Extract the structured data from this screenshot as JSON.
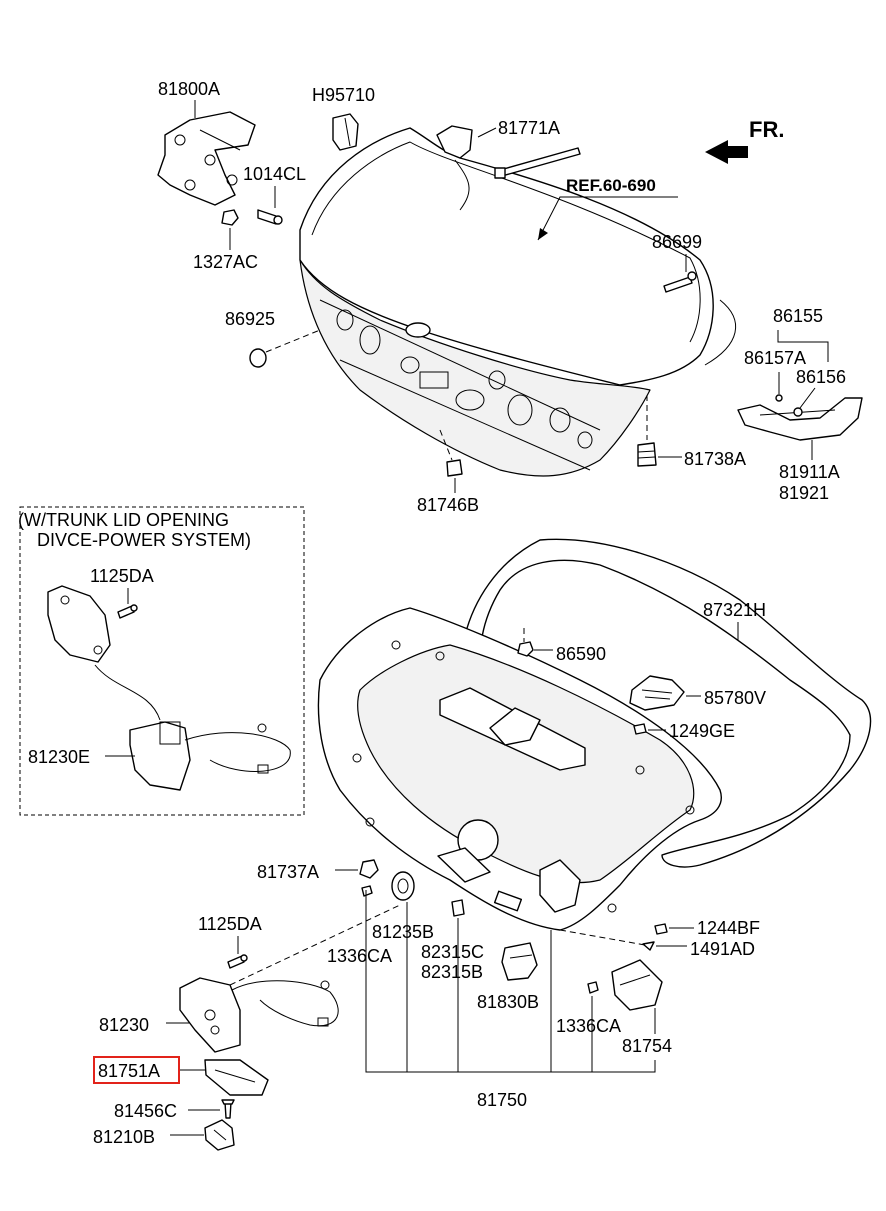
{
  "direction": {
    "label": "FR.",
    "arrow_icon": "front-direction-arrow-icon"
  },
  "reference": {
    "label": "REF.60-690"
  },
  "note_box": {
    "line1": "(W/TRUNK LID OPENING",
    "line2": "DIVCE-POWER SYSTEM)"
  },
  "highlight_color": "#e2231a",
  "parts": {
    "p81800A": "81800A",
    "pH95710": "H95710",
    "p81771A": "81771A",
    "p1014CL": "1014CL",
    "p1327AC": "1327AC",
    "p86699": "86699",
    "p86925": "86925",
    "p86155": "86155",
    "p86157A": "86157A",
    "p86156": "86156",
    "p81738A": "81738A",
    "p81911A": "81911A",
    "p81921": "81921",
    "p81746B": "81746B",
    "p1125DA_box": "1125DA",
    "p81230E": "81230E",
    "p87321H": "87321H",
    "p86590": "86590",
    "p85780V": "85780V",
    "p1249GE": "1249GE",
    "p81737A": "81737A",
    "p81235B": "81235B",
    "p1336CA_left": "1336CA",
    "p82315C": "82315C",
    "p82315B": "82315B",
    "p1244BF": "1244BF",
    "p1491AD": "1491AD",
    "p1125DA": "1125DA",
    "p81830B": "81830B",
    "p1336CA_right": "1336CA",
    "p81230": "81230",
    "p81754": "81754",
    "p81751A": "81751A",
    "p81750": "81750",
    "p81456C": "81456C",
    "p81210B": "81210B"
  }
}
